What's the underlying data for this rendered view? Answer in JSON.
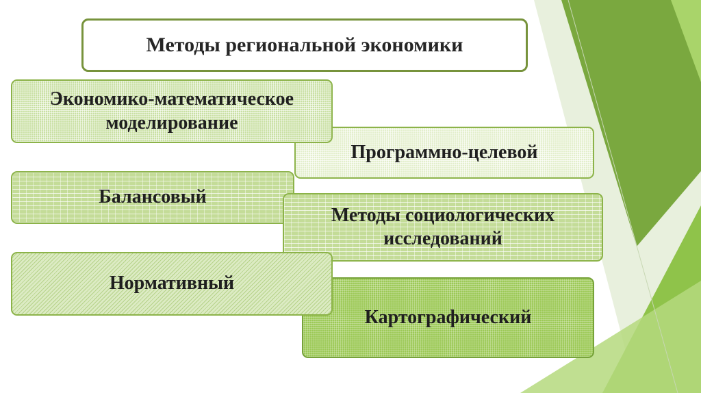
{
  "title": "Методы региональной экономики",
  "methods": {
    "econ_math": "Экономико-математическое моделирование",
    "program_target": "Программно-целевой",
    "balance": "Балансовый",
    "sociological": "Методы социологических исследований",
    "normative": "Нормативный",
    "cartographic": "Картографический"
  },
  "colors": {
    "accent_dark": "#77933c",
    "accent_light": "#92d050",
    "box_border": "#8cb349"
  }
}
